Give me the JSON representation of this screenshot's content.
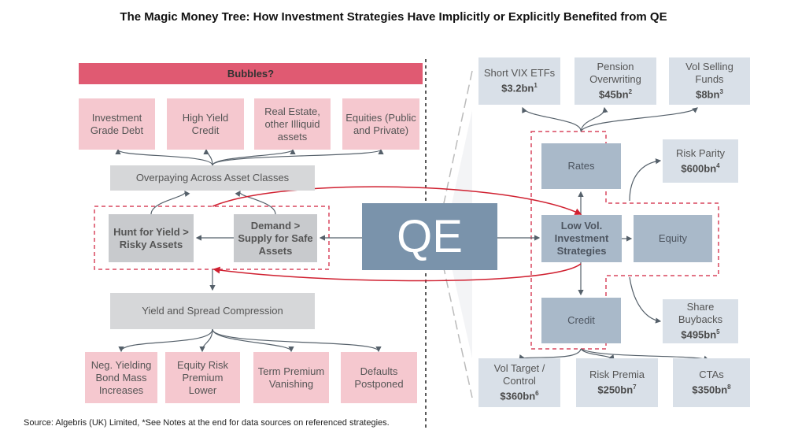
{
  "title": "The Magic Money Tree: How Investment Strategies Have Implicitly or Explicitly Benefited from QE",
  "left": {
    "bubbles": "Bubbles?",
    "assets": [
      "Investment Grade Debt",
      "High Yield Credit",
      "Real Estate, other Illiquid assets",
      "Equities (Public and Private)"
    ],
    "overpaying": "Overpaying Across Asset Classes",
    "hunt": "Hunt for Yield > Risky Assets",
    "demand": "Demand > Supply for Safe Assets",
    "compression": "Yield and Spread Compression",
    "outcomes": [
      "Neg. Yielding Bond Mass Increases",
      "Equity Risk Premium Lower",
      "Term Premium Vanishing",
      "Defaults Postponed"
    ]
  },
  "qe": "QE",
  "right": {
    "top": [
      {
        "name": "Short VIX ETFs",
        "value": "$3.2bn",
        "note": "1"
      },
      {
        "name": "Pension Overwriting",
        "value": "$45bn",
        "note": "2"
      },
      {
        "name": "Vol Selling Funds",
        "value": "$8bn",
        "note": "3"
      }
    ],
    "rates": "Rates",
    "lowvol": "Low Vol. Investment Strategies",
    "equity": "Equity",
    "credit": "Credit",
    "risk_parity": {
      "name": "Risk Parity",
      "value": "$600bn",
      "note": "4"
    },
    "buybacks": {
      "name": "Share Buybacks",
      "value": "$495bn",
      "note": "5"
    },
    "bottom": [
      {
        "name": "Vol Target / Control",
        "value": "$360bn",
        "note": "6"
      },
      {
        "name": "Risk Premia",
        "value": "$250bn",
        "note": "7"
      },
      {
        "name": "CTAs",
        "value": "$350bn",
        "note": "8"
      }
    ]
  },
  "source": "Source: Algebris (UK) Limited, *See Notes at the end for data sources on referenced strategies.",
  "colors": {
    "red": "#d9475f",
    "qe": "#7a93ab"
  }
}
